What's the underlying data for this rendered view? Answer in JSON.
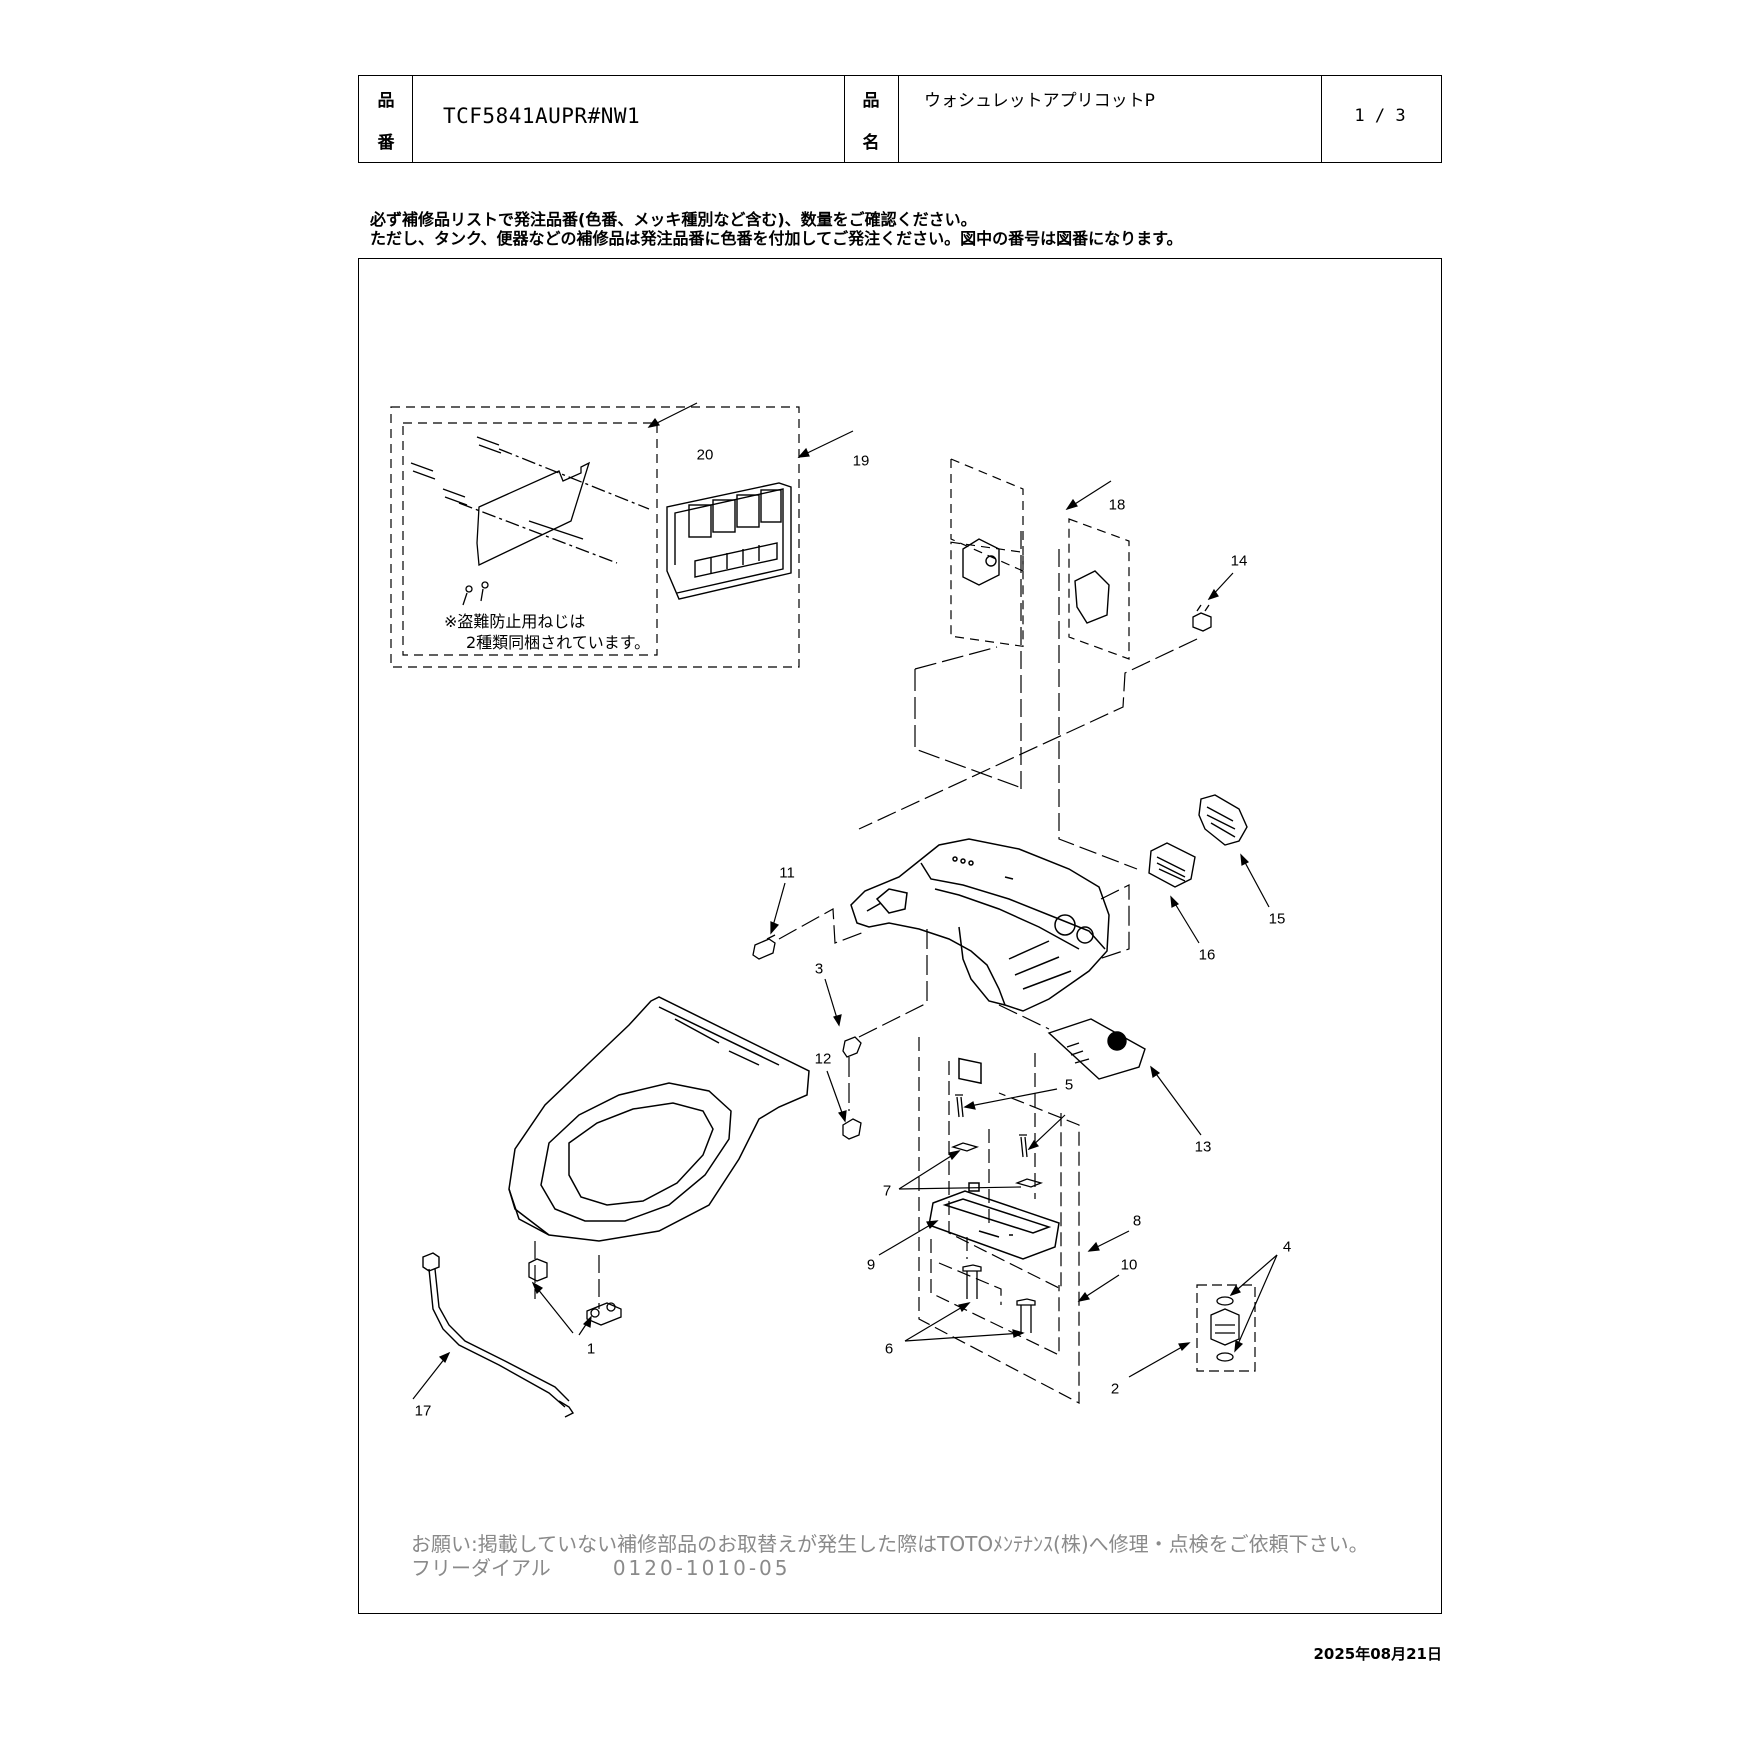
{
  "header": {
    "part_number_label_1": "品",
    "part_number_label_2": "番",
    "part_number": "TCF5841AUPR#NW1",
    "product_name_label_1": "品",
    "product_name_label_2": "名",
    "product_name": "ウォシュレットアプリコットP",
    "page": "1 / 3"
  },
  "notes": {
    "line1": "必ず補修品リストで発注品番(色番、メッキ種別など含む)、数量をご確認ください。",
    "line2": "ただし、タンク、便器などの補修品は発注品番に色番を付加してご発注ください。図中の番号は図番になります。"
  },
  "diagram": {
    "box_note_line1": "※盗難防止用ねじは",
    "box_note_line2": "2種類同梱されています。",
    "callouts": {
      "c1": "1",
      "c2": "2",
      "c3": "3",
      "c4": "4",
      "c5": "5",
      "c6": "6",
      "c7": "7",
      "c8": "8",
      "c9": "9",
      "c10": "10",
      "c11": "11",
      "c12": "12",
      "c13": "13",
      "c14": "14",
      "c15": "15",
      "c16": "16",
      "c17": "17",
      "c18": "18",
      "c19": "19",
      "c20": "20"
    }
  },
  "footer": {
    "line1": "お願い:掲載していない補修部品のお取替えが発生した際はTOTOﾒﾝﾃﾅﾝｽ(株)へ修理・点検をご依頼下さい。",
    "line2_label": "フリーダイアル",
    "line2_number": "0120-1010-05"
  },
  "date": "2025年08月21日"
}
